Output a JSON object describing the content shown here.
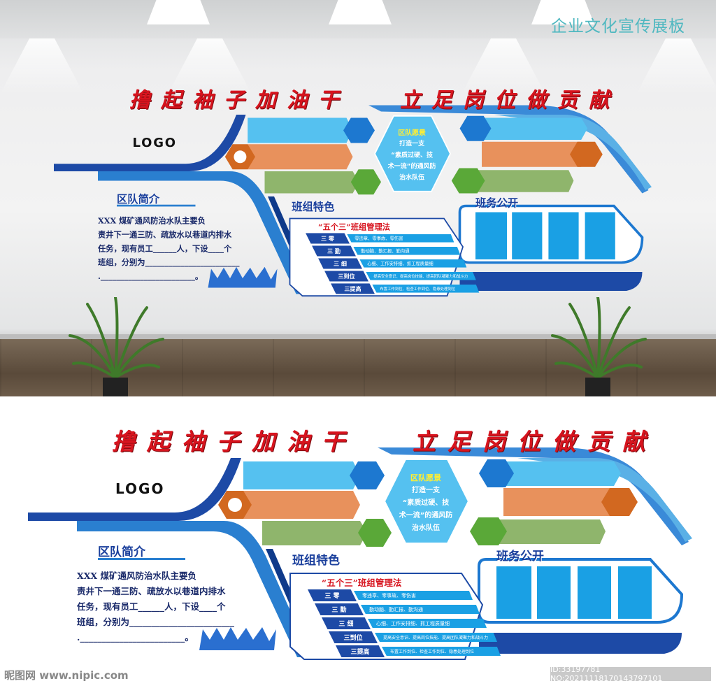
{
  "watermark_title": "企业文化宣传展板",
  "board": {
    "title_left": "撸起袖子加油干",
    "title_right": "立足岗位做贡献",
    "logo": "LOGO",
    "intro": {
      "heading": "区队简介",
      "lines": [
        "XXX 煤矿通风防治水队主要负",
        "责井下一通三防、疏放水以巷道内排水",
        "任务，现有员工______人，下设____个",
        "班组，分别为________________________",
        ".________________________。"
      ]
    },
    "vision": {
      "heading": "区队愿景",
      "lines": [
        "打造一支",
        "“素质过硬、技",
        "术一流”的通风防",
        "治水队伍"
      ]
    },
    "team_feature": {
      "heading": "班组特色",
      "table_title": "“五个三”班组管理法",
      "rows": [
        {
          "key": "三 零",
          "value": "零违章、零事故、零伤害"
        },
        {
          "key": "三 勤",
          "value": "勤动脑、勤汇报、勤沟通"
        },
        {
          "key": "三 细",
          "value": "心细、工作安排细、抓工程质量细"
        },
        {
          "key": "三到位",
          "value": "提高安全意识、提高岗位技能、提高团队凝聚力和战斗力"
        },
        {
          "key": "三提高",
          "value": "布置工作到位、检查工作到位、隐患处理到位"
        }
      ]
    },
    "affairs": {
      "heading": "班务公开"
    }
  },
  "colors": {
    "title_red": "#d7141e",
    "dark_blue": "#1d4aa6",
    "light_blue": "#55c1f0",
    "orange": "#e8915c",
    "green": "#8fb56c"
  },
  "site_watermark": "昵图网 www.nipic.com",
  "image_id": "ID:33197781 NO:20211118170143797101"
}
